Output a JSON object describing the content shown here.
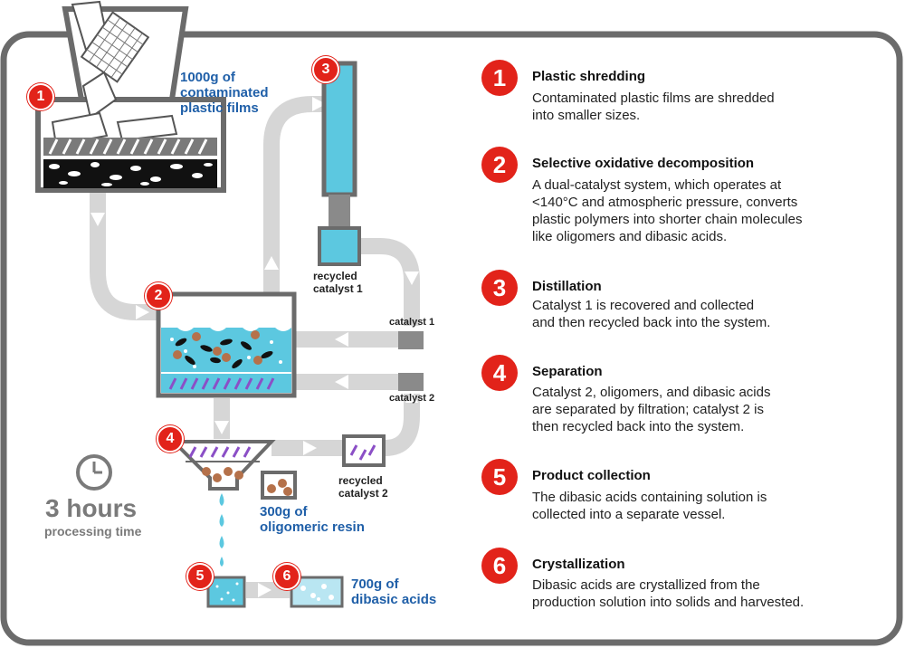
{
  "diagram": {
    "input_label_lines": [
      "1000g of",
      "contaminated",
      "plastic films"
    ],
    "recycled_catalyst_1_lines": [
      "recycled",
      "catalyst 1"
    ],
    "recycled_catalyst_2_lines": [
      "recycled",
      "catalyst 2"
    ],
    "catalyst_1": "catalyst 1",
    "catalyst_2": "catalyst 2",
    "resin_label_lines": [
      "300g of",
      "oligomeric resin"
    ],
    "acids_label_lines": [
      "700g of",
      "dibasic acids"
    ],
    "time_value": "3 hours",
    "time_caption": "processing time",
    "badges": [
      "1",
      "2",
      "3",
      "4",
      "5",
      "6"
    ]
  },
  "steps": [
    {
      "num": "1",
      "title": "Plastic shredding",
      "desc": "Contaminated plastic films are shredded\ninto smaller sizes."
    },
    {
      "num": "2",
      "title": "Selective oxidative decomposition",
      "desc": "A dual-catalyst system, which operates at\n<140°C and atmospheric pressure, converts\nplastic polymers into shorter chain molecules\nlike oligomers and dibasic acids."
    },
    {
      "num": "3",
      "title": "Distillation",
      "desc": "Catalyst 1 is recovered and collected\nand then recycled back into the system."
    },
    {
      "num": "4",
      "title": "Separation",
      "desc": "Catalyst 2, oligomers, and dibasic acids\nare separated by filtration; catalyst 2 is\nthen recycled back into the system."
    },
    {
      "num": "5",
      "title": "Product collection",
      "desc": "The dibasic acids containing solution is\ncollected into a separate vessel."
    },
    {
      "num": "6",
      "title": "Crystallization",
      "desc": "Dibasic acids are crystallized from the\nproduction solution into solids and harvested."
    }
  ],
  "colors": {
    "accent_red": "#e2231a",
    "label_blue": "#1f5fa8",
    "water": "#5cc8e0",
    "pipe": "#d4d4d4"
  }
}
